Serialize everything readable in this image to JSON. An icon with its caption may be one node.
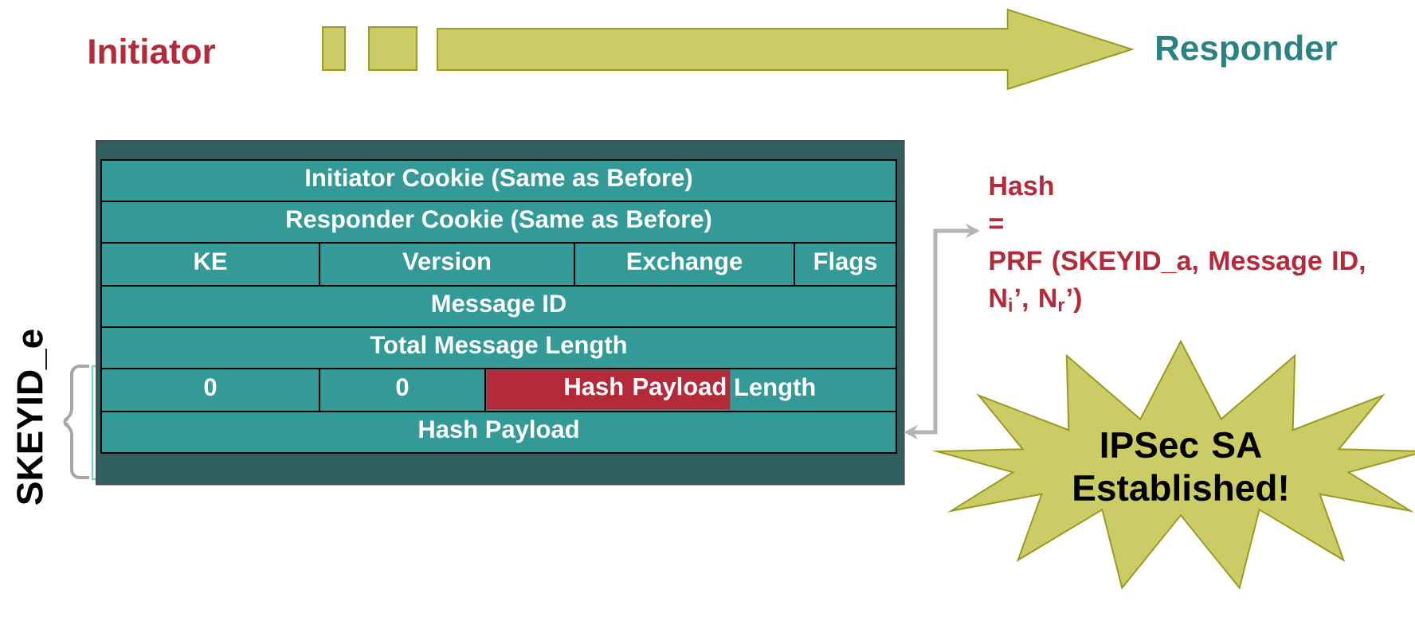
{
  "diagram": {
    "nodes": [
      {
        "text": [
          "Initiator"
        ]
      },
      {
        "text": [
          "Responder"
        ]
      },
      {
        "text": [],
        "shape": "box"
      },
      {
        "text": [
          "Initiator Cookie (Same as Before)"
        ],
        "in": 2
      },
      {
        "text": [
          "Responder Cookie (Same as Before)"
        ],
        "in": 2
      },
      {
        "text": [
          "KE"
        ],
        "in": 2
      },
      {
        "text": [
          "Version"
        ],
        "in": 2
      },
      {
        "text": [
          "Exchange"
        ],
        "in": 2
      },
      {
        "text": [
          "Flags"
        ],
        "in": 2
      },
      {
        "text": [
          "Message ID"
        ],
        "in": 2
      },
      {
        "text": [
          "Total Message Length"
        ],
        "in": 2
      },
      {
        "text": [
          "0"
        ],
        "in": 2
      },
      {
        "text": [
          "0"
        ],
        "in": 2
      },
      {
        "text": [
          "Length"
        ],
        "in": 2
      },
      {
        "text": [
          "Hash Payload"
        ],
        "in": 13
      },
      {
        "text": [
          "Hash Payload"
        ],
        "in": 2
      },
      {
        "text": [
          "Hash",
          "=",
          "PRF (SKEYID_a, Message ID, N$_{i}$’, N$_{r}$’)"
        ]
      },
      {
        "text": [
          "IPSec SA Established!"
        ]
      }
    ],
    "edges": [
      {
        "from": 0,
        "to": 1,
        "arrow": "to",
        "style": "thick",
        "color": "#cccc66"
      },
      {
        "from": 16,
        "to": 15,
        "arrow": "both",
        "color": "#b4b4b4"
      }
    ],
    "labels": [
      "SKEYID_e"
    ]
  }
}
